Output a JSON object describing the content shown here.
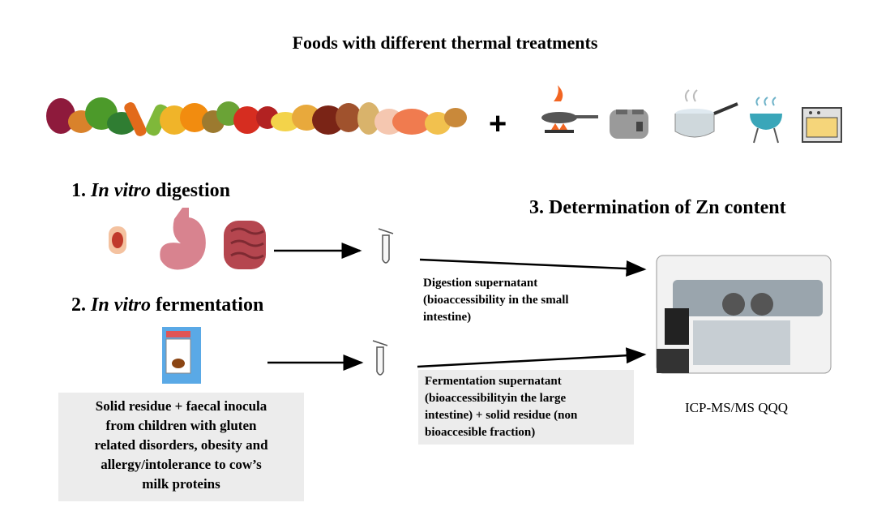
{
  "title": "Foods with different thermal treatments",
  "plus": "+",
  "step1": {
    "number": "1.",
    "italic": "In vitro",
    "rest": "digestion"
  },
  "step2": {
    "number": "2.",
    "italic": "In vitro",
    "rest": "fermentation"
  },
  "step3": {
    "label": "3. Determination of Zn content"
  },
  "digestion_note": [
    "Digestion supernatant",
    "(bioaccessibility in the small",
    "intestine)"
  ],
  "fermentation_note": [
    "Fermentation supernatant",
    "(bioaccessibilityin the large",
    "intestine) + solid residue (non",
    "bioaccesible fraction)"
  ],
  "residue_box": [
    "Solid residue + faecal inocula",
    "from children with gluten",
    "related disorders, obesity and",
    "allergy/intolerance to cow’s",
    "milk proteins"
  ],
  "instrument_label": "ICP-MS/MS QQQ",
  "icons": {
    "foods": "food-banner-icon",
    "cooking": [
      "frying-pan-icon",
      "toaster-icon",
      "boiling-pot-icon",
      "grill-icon",
      "oven-icon"
    ],
    "digestive": [
      "mouth-icon",
      "stomach-icon",
      "intestine-icon"
    ],
    "tube": "test-tube-icon",
    "fermenter": "fermentation-vessel-icon",
    "instrument": "icp-ms-instrument-icon"
  }
}
